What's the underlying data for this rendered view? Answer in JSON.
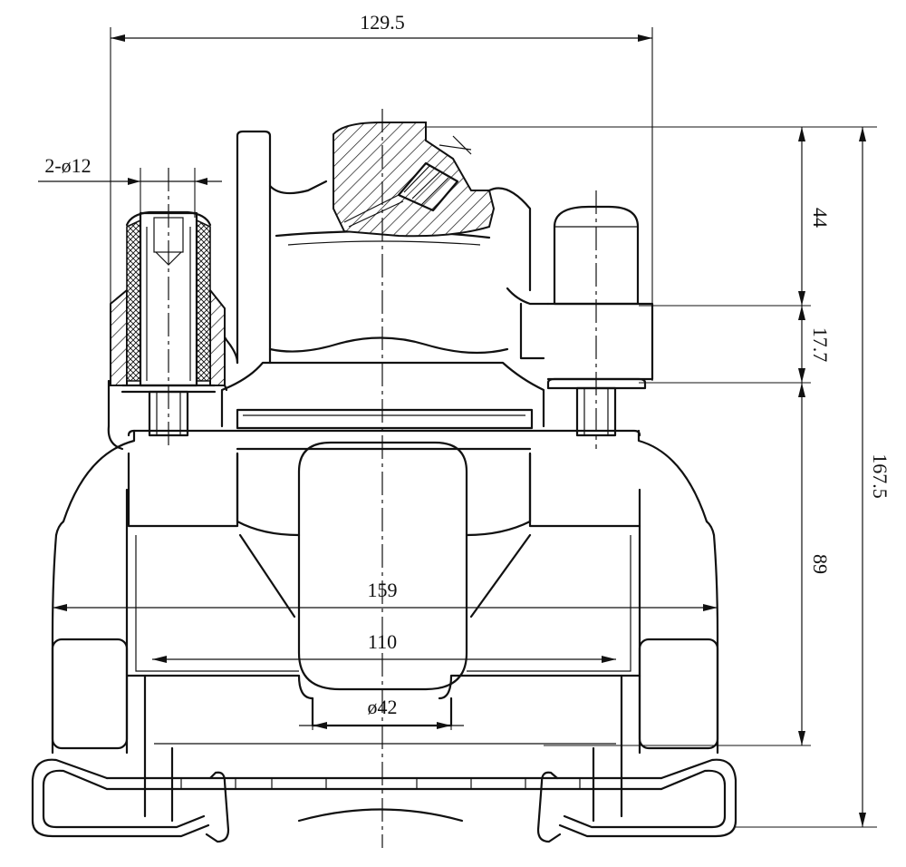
{
  "dimensions": {
    "overall_width": "129.5",
    "pin_holes": "2-ø12",
    "height_top": "44",
    "height_mid": "17.7",
    "height_lower": "89",
    "height_total": "167.5",
    "width_outer": "159",
    "width_inner": "110",
    "piston_diameter": "ø42"
  }
}
